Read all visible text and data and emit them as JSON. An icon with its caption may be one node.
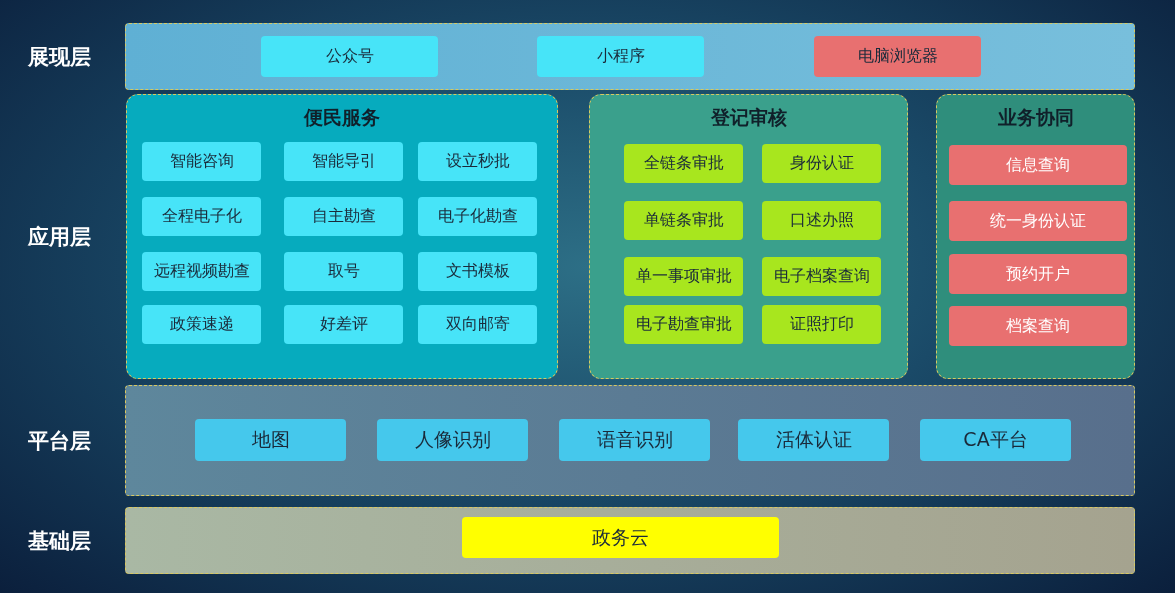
{
  "diagram": {
    "nodes": [
      {
        "text": [
          "展现层"
        ]
      },
      {
        "text": [
          "公众号"
        ],
        "in": 0
      },
      {
        "text": [
          "小程序"
        ],
        "in": 0
      },
      {
        "text": [
          "电脑浏览器"
        ],
        "in": 0
      },
      {
        "text": [
          "便民服务"
        ]
      },
      {
        "text": [
          "智能咨询"
        ],
        "in": 4
      },
      {
        "text": [
          "智能导引"
        ],
        "in": 4
      },
      {
        "text": [
          "设立秒批"
        ],
        "in": 4
      },
      {
        "text": [
          "全程电子化"
        ],
        "in": 4
      },
      {
        "text": [
          "自主勘查"
        ],
        "in": 4
      },
      {
        "text": [
          "电子化勘查"
        ],
        "in": 4
      },
      {
        "text": [
          "远程视频勘查"
        ],
        "in": 4
      },
      {
        "text": [
          "取号"
        ],
        "in": 4
      },
      {
        "text": [
          "文书模板"
        ],
        "in": 4
      },
      {
        "text": [
          "政策速递"
        ],
        "in": 4
      },
      {
        "text": [
          "好差评"
        ],
        "in": 4
      },
      {
        "text": [
          "双向邮寄"
        ],
        "in": 4
      },
      {
        "text": [
          "登记审核"
        ]
      },
      {
        "text": [
          "全链条审批"
        ],
        "in": 17
      },
      {
        "text": [
          "身份认证"
        ],
        "in": 17
      },
      {
        "text": [
          "单链条审批"
        ],
        "in": 17
      },
      {
        "text": [
          "口述办照"
        ],
        "in": 17
      },
      {
        "text": [
          "单一事项审批"
        ],
        "in": 17
      },
      {
        "text": [
          "电子档案查询"
        ],
        "in": 17
      },
      {
        "text": [
          "电子勘查审批"
        ],
        "in": 17
      },
      {
        "text": [
          "证照打印"
        ],
        "in": 17
      },
      {
        "text": [
          "业务协同"
        ]
      },
      {
        "text": [
          "信息查询"
        ],
        "in": 26
      },
      {
        "text": [
          "统一身份认证"
        ],
        "in": 26
      },
      {
        "text": [
          "预约开户"
        ],
        "in": 26
      },
      {
        "text": [
          "档案查询"
        ],
        "in": 26
      },
      {
        "text": [
          "平台层"
        ]
      },
      {
        "text": [
          "地图"
        ],
        "in": 31
      },
      {
        "text": [
          "人像识别"
        ],
        "in": 31
      },
      {
        "text": [
          "语音识别"
        ],
        "in": 31
      },
      {
        "text": [
          "活体认证"
        ],
        "in": 31
      },
      {
        "text": [
          "CA平台"
        ],
        "in": 31
      },
      {
        "text": [
          "基础层"
        ]
      },
      {
        "text": [
          "政务云"
        ],
        "in": 37
      }
    ],
    "labels": [
      "应用层"
    ]
  }
}
